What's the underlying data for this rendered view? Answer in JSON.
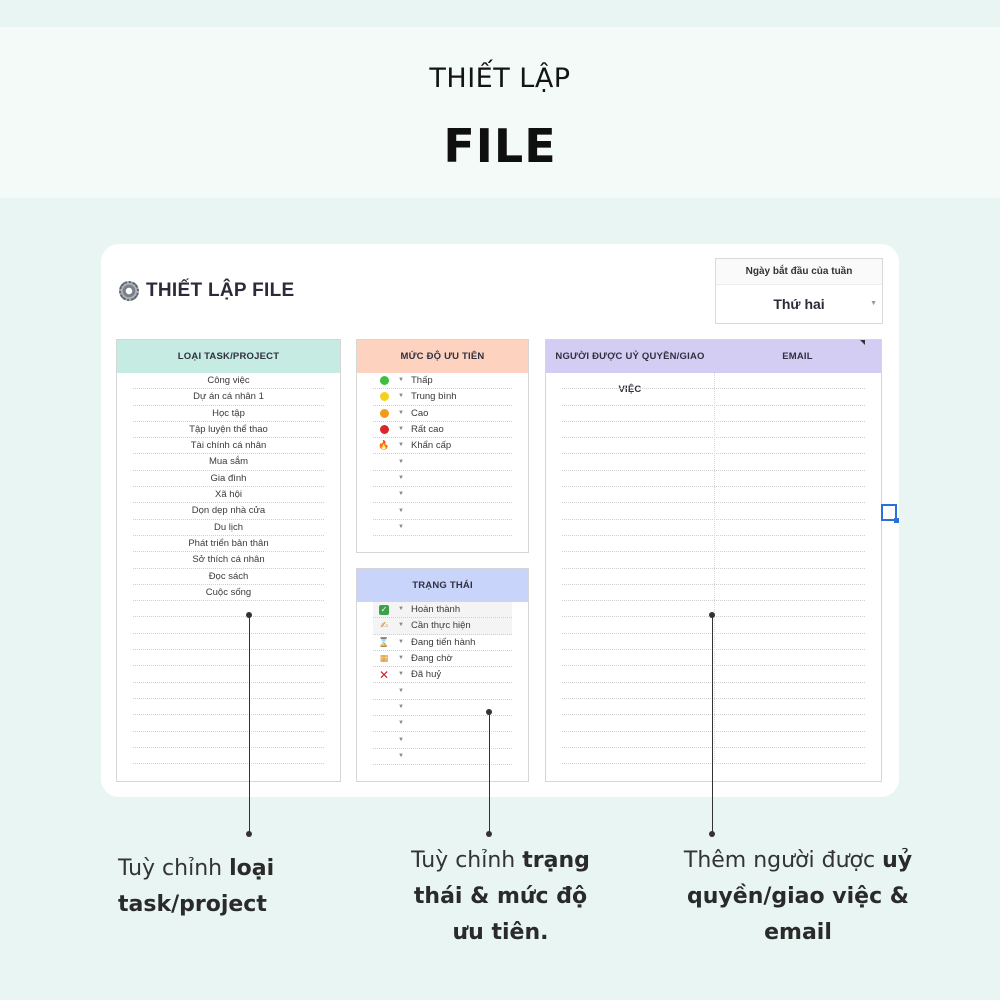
{
  "hero": {
    "subtitle": "THIẾT LẬP",
    "title": "FILE"
  },
  "sheet": {
    "title": "THIẾT LẬP FILE",
    "week_start": {
      "label": "Ngày bắt đầu của tuần",
      "value": "Thứ hai"
    }
  },
  "task_types": {
    "header": "LOẠI TASK/PROJECT",
    "items": [
      "Công việc",
      "Dự án cá nhân 1",
      "Học tập",
      "Tập luyện thể thao",
      "Tài chính cá nhân",
      "Mua sắm",
      "Gia đình",
      "Xã hội",
      "Dọn dẹp nhà cửa",
      "Du lịch",
      "Phát triển bản thân",
      "Sở thích cá nhân",
      "Đọc sách",
      "Cuộc sống"
    ]
  },
  "priority": {
    "header": "MỨC ĐỘ ƯU TIÊN",
    "items": [
      {
        "icon": "green-circle-icon",
        "color": "#3fbf3f",
        "label": "Thấp"
      },
      {
        "icon": "yellow-circle-icon",
        "color": "#f4d21a",
        "label": "Trung bình"
      },
      {
        "icon": "orange-circle-icon",
        "color": "#f29b1a",
        "label": "Cao"
      },
      {
        "icon": "red-circle-icon",
        "color": "#d8262b",
        "label": "Rất cao"
      },
      {
        "icon": "fire-icon",
        "color": "#f26b1a",
        "label": "Khẩn cấp"
      }
    ]
  },
  "status": {
    "header": "TRẠNG THÁI",
    "items": [
      {
        "icon": "check-mark-icon",
        "label": "Hoàn thành"
      },
      {
        "icon": "writing-hand-icon",
        "label": "Cần thực hiện"
      },
      {
        "icon": "hourglass-icon",
        "label": "Đang tiến hành"
      },
      {
        "icon": "construction-barrier-icon",
        "label": "Đang chờ"
      },
      {
        "icon": "cross-mark-icon",
        "label": "Đã huỷ"
      }
    ]
  },
  "people": {
    "header_name": "NGƯỜI ĐƯỢC UỶ QUYỀN/GIAO VIỆC",
    "header_email": "EMAIL"
  },
  "captions": {
    "left": {
      "pre": "Tuỳ chỉnh ",
      "bold": "loại task/project"
    },
    "middle": {
      "pre": "Tuỳ chỉnh ",
      "bold": "trạng thái & mức độ ưu tiên."
    },
    "right": {
      "pre": "Thêm người được ",
      "bold": "uỷ quyền/giao việc & email"
    }
  },
  "colors": {
    "task_header": "#c5ebe3",
    "priority_header": "#fdd2bf",
    "status_header": "#c9d4fa",
    "people_header": "#d3cdf3"
  }
}
